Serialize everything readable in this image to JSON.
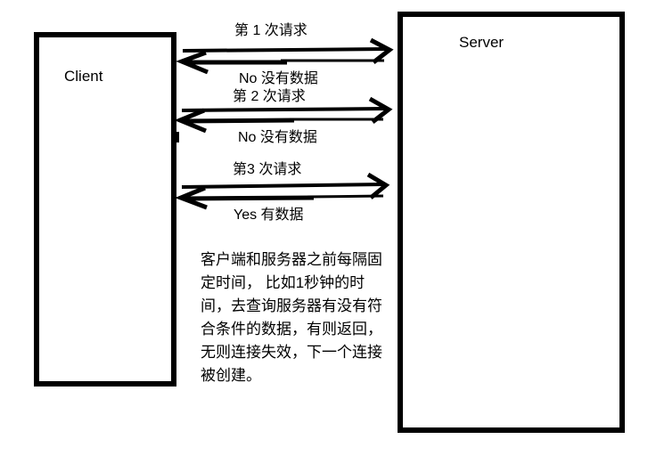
{
  "client": {
    "label": "Client"
  },
  "server": {
    "label": "Server"
  },
  "messages": [
    {
      "request": "第 1 次请求",
      "response": "No 没有数据"
    },
    {
      "request": "第 2 次请求",
      "response": "No 没有数据"
    },
    {
      "request": "第3 次请求",
      "response": "Yes 有数据"
    }
  ],
  "note": "客户端和服务器之前每隔固\n定时间， 比如1秒钟的时\n间，去查询服务器有没有符\n合条件的数据，有则返回，\n无则连接失效，下一个连接\n被创建。",
  "colors": {
    "ink": "#000000",
    "background": "#ffffff"
  }
}
